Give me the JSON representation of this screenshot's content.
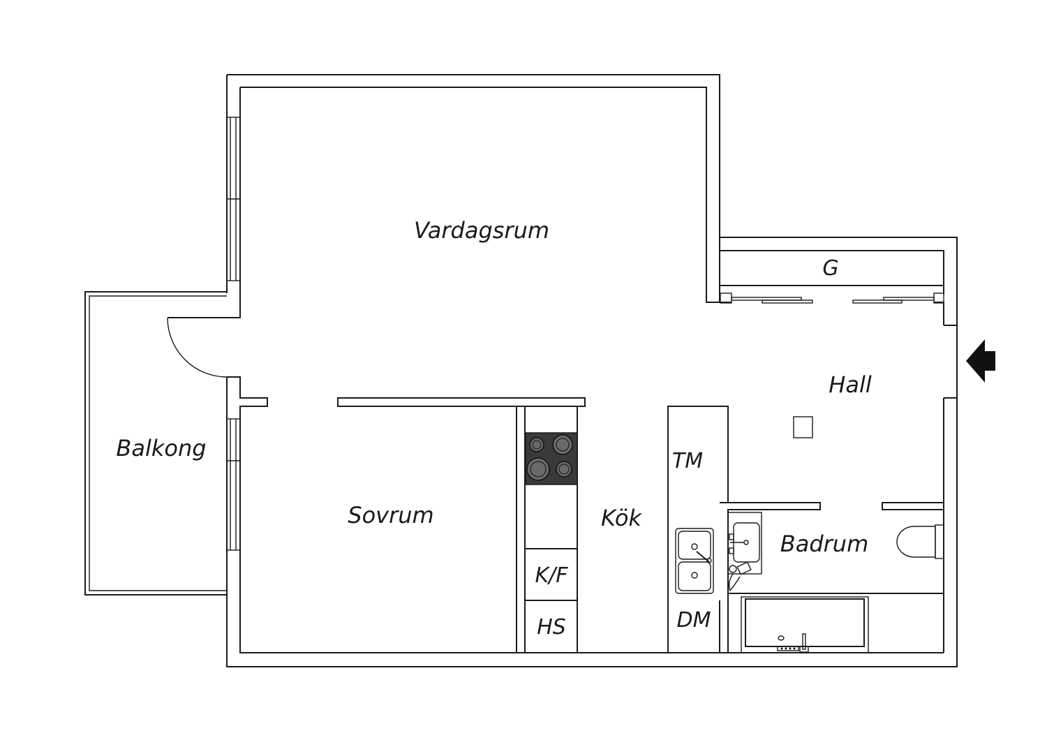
{
  "rooms": {
    "vardagsrum": "Vardagsrum",
    "balkong": "Balkong",
    "sovrum": "Sovrum",
    "kok": "Kök",
    "hall": "Hall",
    "badrum": "Badrum",
    "g": "G",
    "tm": "TM",
    "kf": "K/F",
    "hs": "HS",
    "dm": "DM"
  },
  "icons": {
    "entrance": "entrance-arrow-icon",
    "stove": "stove-icon",
    "sink": "kitchen-sink-icon",
    "washbasin": "washbasin-icon",
    "toilet": "toilet-icon",
    "bathtub": "bathtub-icon",
    "door": "door-swing-icon"
  }
}
